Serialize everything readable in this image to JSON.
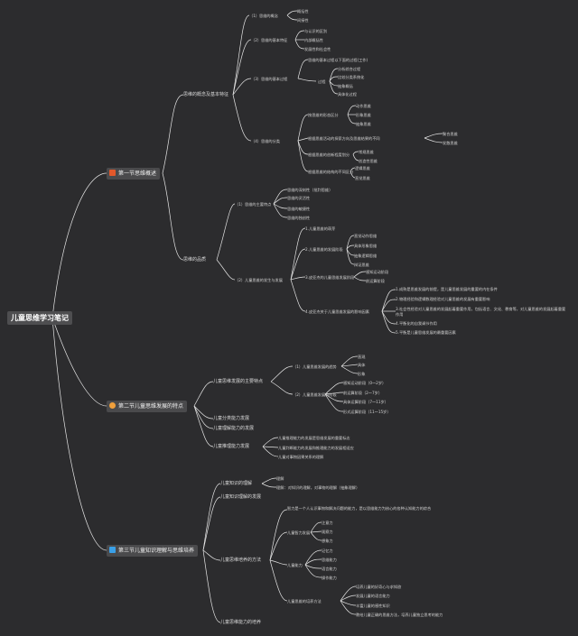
{
  "root": "儿童思维学习笔记",
  "colors": {
    "bg": "#2c2c2e",
    "line": "#e6e6e6",
    "node": "#4a4a4c",
    "icon1": "#e2582b",
    "icon2": "#f0a03c",
    "icon3": "#3aa0e8"
  },
  "s1": {
    "title": "第一节思维概述",
    "icon": "flame-icon",
    "a": "思维的概念及基本特征",
    "a1": "（1）思维的概念",
    "a1i": [
      "概括性",
      "间接性"
    ],
    "a2": "（2）思维的基本特征",
    "a2i": [
      "与认识的区别",
      "内部概括性",
      "发展性和社会性"
    ],
    "a3": "（3）思维的基本过程",
    "a3t": "思维的基本过程以下面的过程(工作)",
    "a3k": "过程",
    "a3i": [
      "分析综合过程",
      "比较分类系统化",
      "抽象概括",
      "具体化过程"
    ],
    "a4": "（4）思维的分类",
    "a4g1": "按思维的形态区分",
    "a4g1i": [
      "动作思维",
      "形象思维",
      "抽象思维"
    ],
    "a4g2": "根据思维活动的探索方向及思维结果的不同",
    "a4g2i": [
      "聚合思维",
      "发散思维"
    ],
    "a4g3": "根据思维的创新程度划分",
    "a4g3i": [
      "常规思维",
      "创造性思维"
    ],
    "a4g4": "根据思维的结构的不同区分",
    "a4g4i": [
      "逻辑思维",
      "直觉思维"
    ],
    "b": "思维的品质",
    "b1": "（1）思维的主要特点",
    "b1i": [
      "思维的深刻性（批判思维）",
      "思维的灵活性",
      "思维的敏捷性",
      "思维的独创性"
    ],
    "b2": "（2）儿童思维的发生与发展",
    "b2g1": "1.儿童思维的萌芽",
    "b2g2": "2.儿童思维的发展阶段",
    "b2g2i": [
      "直觉动作思维",
      "具体形象思维",
      "抽象逻辑思维",
      "辩证思维"
    ],
    "b2g3": "3.皮亚杰的儿童思维发展阶段",
    "b2g3i": [
      "感知运动阶段",
      "前运算阶段"
    ],
    "b2g4": "4.皮亚杰关于儿童思维发展的影响因素",
    "b2g4i": [
      "1.成熟是思维发展的前提，是儿童思维发展的重要的内在条件",
      "2.物理经验和逻辑数理经验对儿童思维的发展有重要影响",
      "3.社会性经验对儿童思维的发展起着重要作用，包括语言、文化、教育等，对儿童思维的发展起着重要作用",
      "4.平衡化的自我调节作用",
      "5.平衡是儿童思维发展的最重要因素"
    ]
  },
  "s2": {
    "title": "第二节儿童思维发展的特点",
    "icon": "circle-icon",
    "a": "儿童思维发展的主要特点",
    "a1": "（1）儿童思维发展的趋势",
    "a1i": [
      "直观",
      "具体",
      "形象"
    ],
    "a2": "（2）儿童思维发展的阶段",
    "a2i": [
      "感知运动阶段（0～2岁）",
      "前运算阶段（2～7岁）",
      "具体运算阶段（7～11岁）",
      "形式运算阶段（11～15岁）"
    ],
    "b": "儿童分类能力发展",
    "c": "儿童理解能力的发展",
    "d": "儿童推理能力发展",
    "di": [
      "儿童推理能力的发展是思维发展的重要标志",
      "儿童判断能力的发展和推理能力的发展相适应",
      "儿童对事物因果关系的理解"
    ]
  },
  "s3": {
    "title": "第三节儿童知识理解与思维培养",
    "icon": "square-icon",
    "a": "儿童知识的理解",
    "ai": [
      "理解",
      "理解：对知识的理解，对事物的理解（抽象理解）"
    ],
    "b": "儿童知识理解的发展",
    "c": "儿童思维培养的方法",
    "c1": "智力是一个人认识事物和解决问题的能力，是以思维能力为核心的各种认知能力的综合",
    "c2": "儿童智力发展",
    "c2i": [
      "注意力",
      "观察力",
      "想象力"
    ],
    "c3": "儿童能力",
    "c3i": [
      "记忆力",
      "思维能力",
      "语言能力",
      "操作能力"
    ],
    "c4": "儿童思维的培养方法",
    "c4i": [
      "培养儿童的好奇心与求知欲",
      "发展儿童的语言能力",
      "丰富儿童的感性知识",
      "教给儿童正确的思维方法，培养儿童独立思考的能力"
    ],
    "d": "儿童思维能力的培养"
  }
}
